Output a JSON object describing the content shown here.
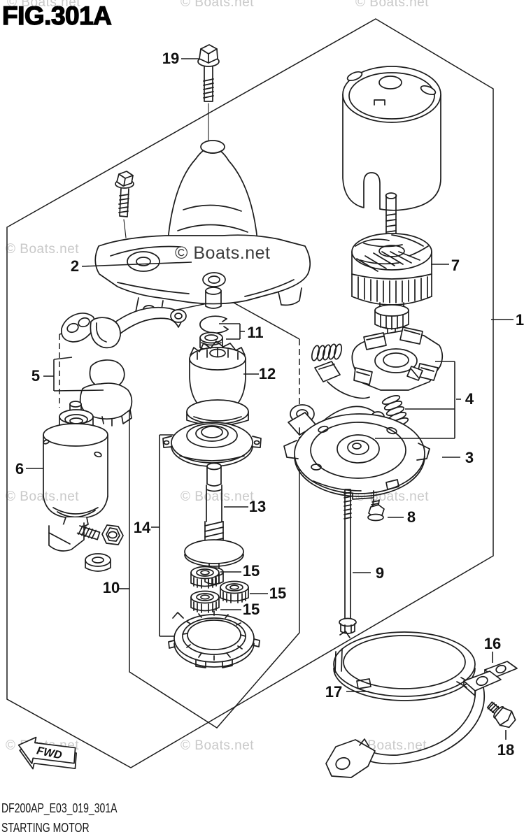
{
  "figure": {
    "title": "FIG.301A"
  },
  "watermark": {
    "text": "© Boats.net"
  },
  "fwd_arrow": {
    "label": "FWD"
  },
  "part_labels": [
    {
      "num": "19"
    },
    {
      "num": "2"
    },
    {
      "num": "5"
    },
    {
      "num": "6"
    },
    {
      "num": "7"
    },
    {
      "num": "1"
    },
    {
      "num": "11"
    },
    {
      "num": "12"
    },
    {
      "num": "13"
    },
    {
      "num": "14"
    },
    {
      "num": "10"
    },
    {
      "num": "15"
    },
    {
      "num": "15"
    },
    {
      "num": "15"
    },
    {
      "num": "4"
    },
    {
      "num": "3"
    },
    {
      "num": "8"
    },
    {
      "num": "9"
    },
    {
      "num": "16"
    },
    {
      "num": "17"
    },
    {
      "num": "18"
    }
  ],
  "footer": {
    "drawing_code": "DF200AP_E03_019_301A",
    "caption": "STARTING MOTOR"
  }
}
